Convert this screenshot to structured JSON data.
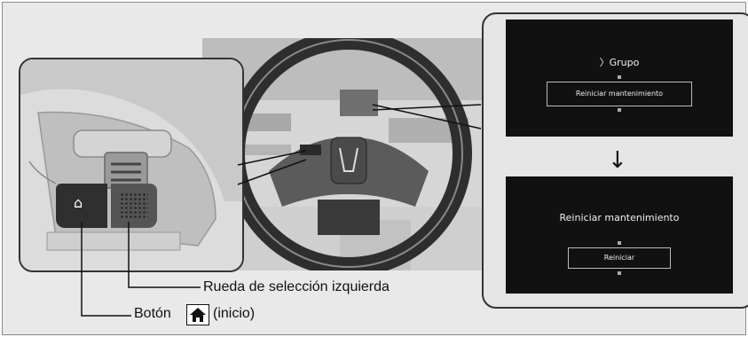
{
  "screen_top": {
    "header": "〉Grupo",
    "item": "Reiniciar mantenimiento"
  },
  "screen_bottom": {
    "title": "Reiniciar mantenimiento",
    "item": "Reiniciar"
  },
  "labels": {
    "wheel": "Rueda de selección izquierda",
    "home_prefix": "Botón",
    "home_suffix": "(inicio)"
  },
  "icons": {
    "home": "home-icon",
    "arrow": "down-arrow-icon"
  },
  "colors": {
    "screen_bg": "#111111",
    "frame_bg": "#e9e9e9"
  }
}
